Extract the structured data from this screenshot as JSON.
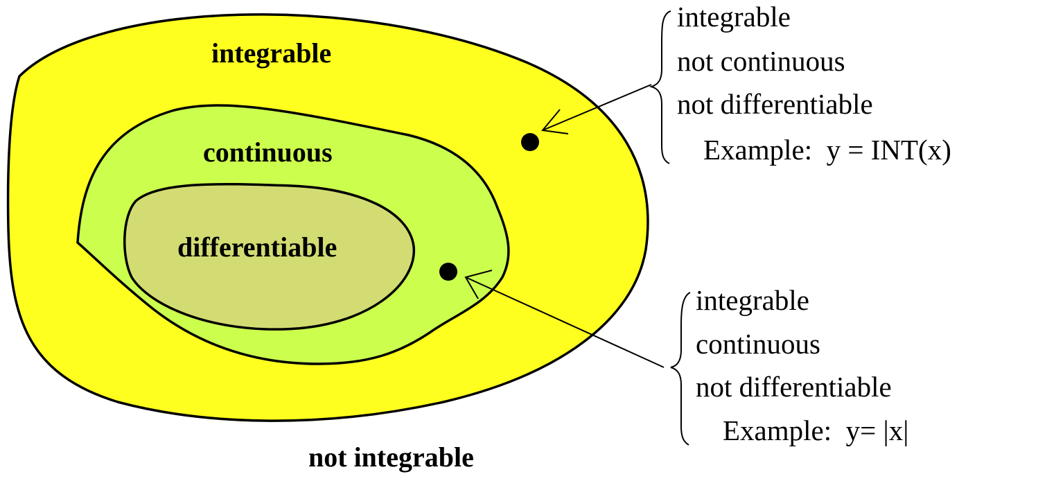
{
  "regions": {
    "outer_label": "not integrable",
    "integrable": {
      "label": "integrable",
      "fill": "#ffff1f"
    },
    "continuous": {
      "label": "continuous",
      "fill": "#ccff4d"
    },
    "differentiable": {
      "label": "differentiable",
      "fill": "#d3dc72"
    }
  },
  "annotations": [
    {
      "lines": [
        "integrable",
        "not continuous",
        "not differentiable"
      ],
      "example": "Example:  y = INT(x)"
    },
    {
      "lines": [
        "integrable",
        "continuous",
        "not differentiable"
      ],
      "example": "Example:  y= |x|"
    }
  ]
}
